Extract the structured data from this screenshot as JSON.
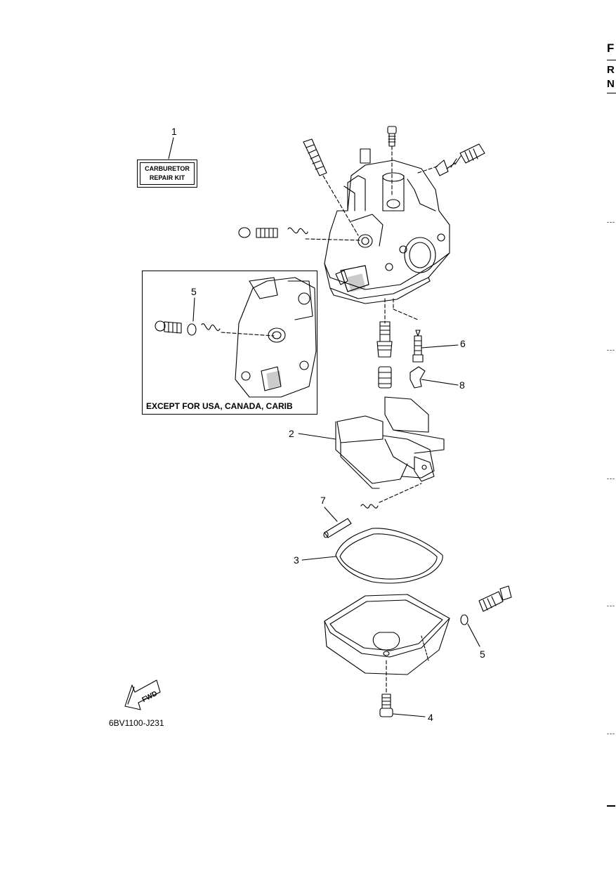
{
  "page_edge": {
    "letters": [
      "F",
      "R",
      "N"
    ],
    "dot_marks": [
      "---",
      "---",
      "---",
      "---",
      "---"
    ]
  },
  "repair_kit": {
    "line1": "CARBURETOR",
    "line2": "REPAIR KIT"
  },
  "inset": {
    "caption": "EXCEPT FOR USA, CANADA, CARIB"
  },
  "fwd_label": "FWD",
  "diagram_code": "6BV1100-J231",
  "callouts": {
    "c1": "1",
    "c2": "2",
    "c3": "3",
    "c4": "4",
    "c5_inset": "5",
    "c5_bowl": "5",
    "c6": "6",
    "c7": "7",
    "c8": "8"
  }
}
